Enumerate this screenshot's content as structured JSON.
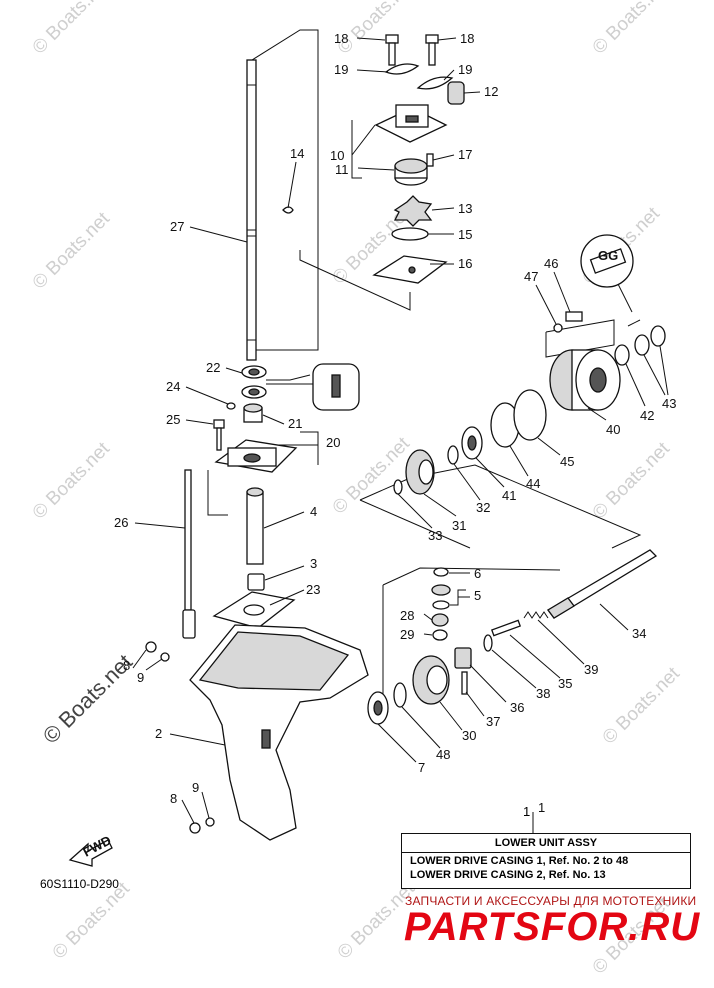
{
  "diagram": {
    "code": "60S1110-D290",
    "fwd_label": "FWD",
    "gasket_label": "GG",
    "callouts": [
      {
        "id": "c1",
        "text": "1"
      },
      {
        "id": "c2",
        "text": "2"
      },
      {
        "id": "c3",
        "text": "3"
      },
      {
        "id": "c4",
        "text": "4"
      },
      {
        "id": "c5",
        "text": "5"
      },
      {
        "id": "c6",
        "text": "6"
      },
      {
        "id": "c7",
        "text": "7"
      },
      {
        "id": "c8a",
        "text": "8"
      },
      {
        "id": "c8b",
        "text": "8"
      },
      {
        "id": "c9a",
        "text": "9"
      },
      {
        "id": "c9b",
        "text": "9"
      },
      {
        "id": "c10",
        "text": "10"
      },
      {
        "id": "c11",
        "text": "11"
      },
      {
        "id": "c12",
        "text": "12"
      },
      {
        "id": "c13",
        "text": "13"
      },
      {
        "id": "c14",
        "text": "14"
      },
      {
        "id": "c15",
        "text": "15"
      },
      {
        "id": "c16",
        "text": "16"
      },
      {
        "id": "c17",
        "text": "17"
      },
      {
        "id": "c18a",
        "text": "18"
      },
      {
        "id": "c18b",
        "text": "18"
      },
      {
        "id": "c19a",
        "text": "19"
      },
      {
        "id": "c19b",
        "text": "19"
      },
      {
        "id": "c20",
        "text": "20"
      },
      {
        "id": "c21",
        "text": "21"
      },
      {
        "id": "c22",
        "text": "22"
      },
      {
        "id": "c23",
        "text": "23"
      },
      {
        "id": "c24",
        "text": "24"
      },
      {
        "id": "c25",
        "text": "25"
      },
      {
        "id": "c26",
        "text": "26"
      },
      {
        "id": "c27",
        "text": "27"
      },
      {
        "id": "c28",
        "text": "28"
      },
      {
        "id": "c29",
        "text": "29"
      },
      {
        "id": "c30",
        "text": "30"
      },
      {
        "id": "c31",
        "text": "31"
      },
      {
        "id": "c32",
        "text": "32"
      },
      {
        "id": "c33",
        "text": "33"
      },
      {
        "id": "c34",
        "text": "34"
      },
      {
        "id": "c35",
        "text": "35"
      },
      {
        "id": "c36",
        "text": "36"
      },
      {
        "id": "c37",
        "text": "37"
      },
      {
        "id": "c38",
        "text": "38"
      },
      {
        "id": "c39",
        "text": "39"
      },
      {
        "id": "c40",
        "text": "40"
      },
      {
        "id": "c41",
        "text": "41"
      },
      {
        "id": "c42",
        "text": "42"
      },
      {
        "id": "c43",
        "text": "43"
      },
      {
        "id": "c44",
        "text": "44"
      },
      {
        "id": "c45",
        "text": "45"
      },
      {
        "id": "c46",
        "text": "46"
      },
      {
        "id": "c47",
        "text": "47"
      },
      {
        "id": "c48",
        "text": "48"
      }
    ]
  },
  "legend": {
    "ref_number": "1",
    "title": "LOWER UNIT ASSY",
    "rows": [
      "LOWER DRIVE CASING 1, Ref. No. 2 to 48",
      "LOWER DRIVE CASING 2, Ref. No. 13"
    ]
  },
  "watermarks": {
    "boats": "© Boats.net",
    "site_text": "ЗАПЧАСТИ И АКСЕССУАРЫ ДЛЯ МОТОТЕХНИКИ",
    "site_logo": "PARTSFOR.RU"
  },
  "colors": {
    "line": "#111111",
    "logo": "#e30613",
    "watermark": "#cfcfcf"
  }
}
